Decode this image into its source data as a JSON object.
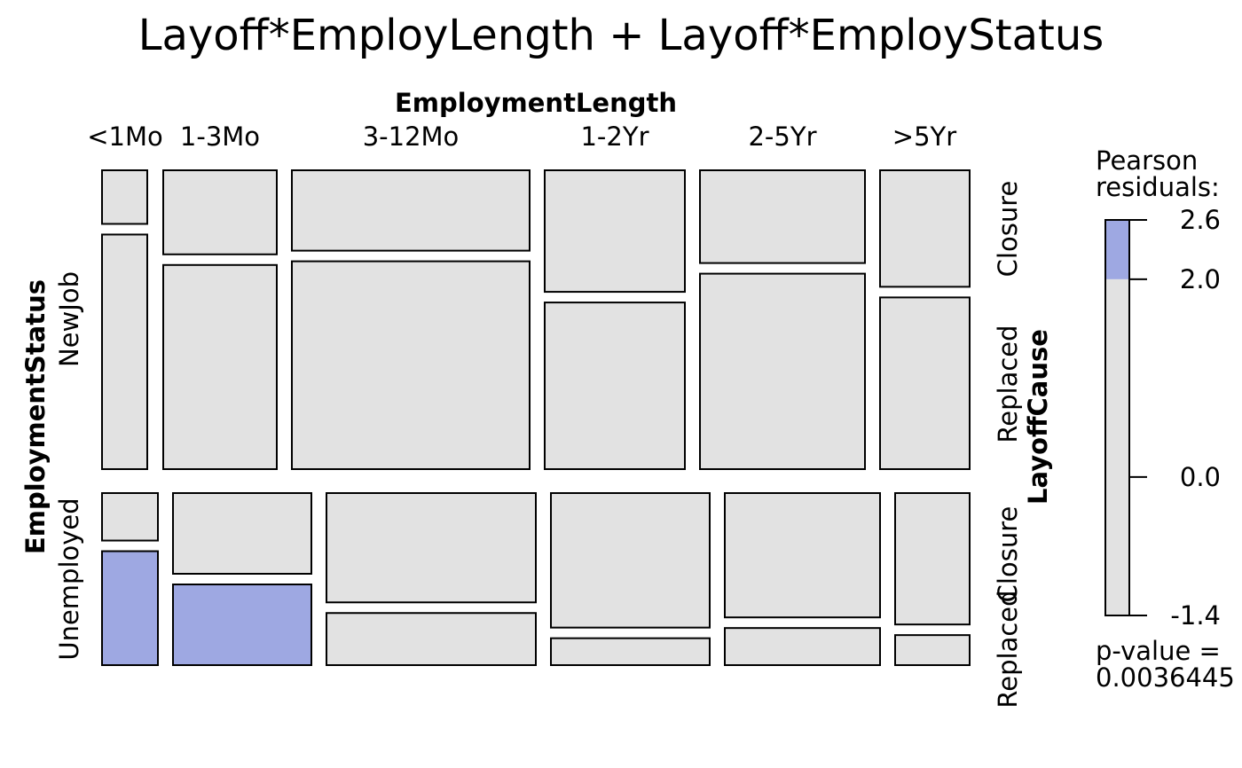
{
  "chart_data": {
    "type": "mosaic",
    "title": "Layoff*EmployLength + Layoff*EmployStatus",
    "x_variable": "EmploymentLength",
    "y_variable": "EmploymentStatus",
    "z_variable": "LayoffCause",
    "x_levels": [
      "<1Mo",
      "1-3Mo",
      "3-12Mo",
      "1-2Yr",
      "2-5Yr",
      ">5Yr"
    ],
    "y_levels": [
      "NewJob",
      "Unemployed"
    ],
    "z_levels": [
      "Closure",
      "Replaced"
    ],
    "counts": [
      {
        "length": "<1Mo",
        "NewJob": {
          "Closure": 8,
          "Replaced": 35
        },
        "Unemployed": {
          "Closure": 10,
          "Replaced": 24
        }
      },
      {
        "length": "1-3Mo",
        "NewJob": {
          "Closure": 35,
          "Replaced": 85
        },
        "Unemployed": {
          "Closure": 42,
          "Replaced": 42
        }
      },
      {
        "length": "3-12Mo",
        "NewJob": {
          "Closure": 70,
          "Replaced": 181
        },
        "Unemployed": {
          "Closure": 86,
          "Replaced": 41
        }
      },
      {
        "length": "1-2Yr",
        "NewJob": {
          "Closure": 62,
          "Replaced": 85
        },
        "Unemployed": {
          "Closure": 80,
          "Replaced": 16
        }
      },
      {
        "length": "2-5Yr",
        "NewJob": {
          "Closure": 56,
          "Replaced": 118
        },
        "Unemployed": {
          "Closure": 67,
          "Replaced": 20
        }
      },
      {
        "length": ">5Yr",
        "NewJob": {
          "Closure": 38,
          "Replaced": 56
        },
        "Unemployed": {
          "Closure": 35,
          "Replaced": 8
        }
      }
    ],
    "shading": {
      "NewJob": {
        "<1Mo": [
          "none",
          "none"
        ],
        "1-3Mo": [
          "none",
          "none"
        ],
        "3-12Mo": [
          "none",
          "none"
        ],
        "1-2Yr": [
          "none",
          "none"
        ],
        "2-5Yr": [
          "none",
          "none"
        ],
        ">5Yr": [
          "none",
          "none"
        ]
      },
      "Unemployed": {
        "<1Mo": [
          "none",
          "positive"
        ],
        "1-3Mo": [
          "none",
          "positive"
        ],
        "3-12Mo": [
          "none",
          "none"
        ],
        "1-2Yr": [
          "none",
          "none"
        ],
        "2-5Yr": [
          "none",
          "none"
        ],
        ">5Yr": [
          "none",
          "none"
        ]
      }
    },
    "colors": {
      "neutral": "#e2e2e2",
      "positive": "#9ea8e2",
      "border": "#000000"
    },
    "legend": {
      "title_line1": "Pearson",
      "title_line2": "residuals:",
      "ticks": [
        "2.6",
        "2.0",
        "0.0",
        "-1.4"
      ],
      "tick_values": [
        2.6,
        2.0,
        0.0,
        -1.4
      ],
      "range": [
        -1.4,
        2.6
      ],
      "positive_threshold": 2.0,
      "pvalue_line1": "p-value =",
      "pvalue_line2": "0.0036445"
    }
  }
}
